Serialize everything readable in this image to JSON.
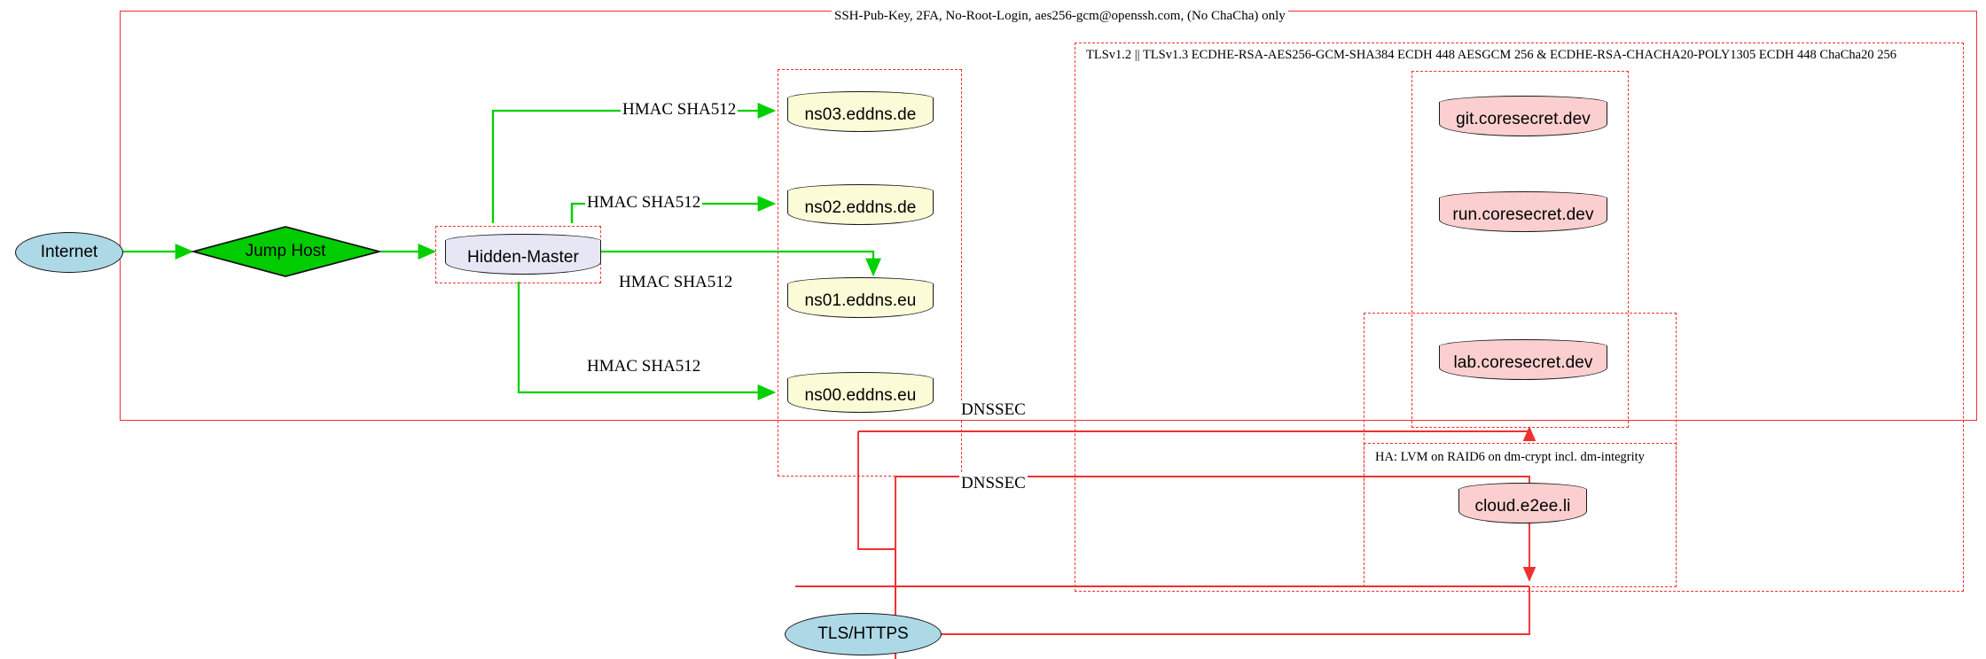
{
  "diagram": {
    "title_label": "SSH-Pub-Key, 2FA, No-Root-Login, aes256-gcm@openssh.com, (No ChaCha) only",
    "tls_cluster_label": "TLSv1.2 || TLSv1.3 ECDHE-RSA-AES256-GCM-SHA384 ECDH 448 AESGCM 256 & ECDHE-RSA-CHACHA20-POLY1305 ECDH 448 ChaCha20 256",
    "ha_cluster_label": "HA: LVM on RAID6 on dm-crypt incl. dm-integrity"
  },
  "nodes": {
    "internet": "Internet",
    "jump_host": "Jump Host",
    "hidden_master": "Hidden-Master",
    "ns03": "ns03.eddns.de",
    "ns02": "ns02.eddns.de",
    "ns01": "ns01.eddns.eu",
    "ns00": "ns00.eddns.eu",
    "git": "git.coresecret.dev",
    "run": "run.coresecret.dev",
    "lab": "lab.coresecret.dev",
    "cloud": "cloud.e2ee.li",
    "tls_https": "TLS/HTTPS"
  },
  "edges": {
    "hmac_ns03": "HMAC SHA512",
    "hmac_ns02": "HMAC SHA512",
    "hmac_ns01": "HMAC SHA512",
    "hmac_ns00": "HMAC SHA512",
    "dnssec_upper": "DNSSEC",
    "dnssec_lower": "DNSSEC"
  },
  "colors": {
    "green_edge": "#00d000",
    "red_edge": "#f03030",
    "ellipse_fill": "#add8e6",
    "diamond_fill": "#00cc00",
    "cyl_yellow": "#fbfbd7",
    "cyl_pink": "#fbcfcf",
    "cyl_lavender": "#e6e6f5"
  }
}
